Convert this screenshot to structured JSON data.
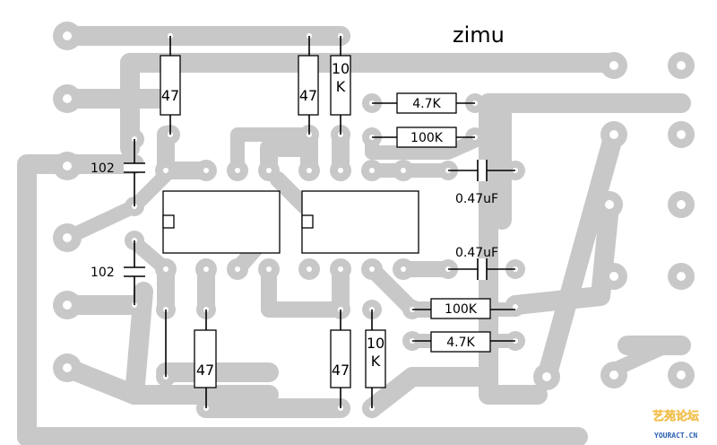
{
  "diagram": {
    "title": "zimu",
    "components": {
      "r1": {
        "value": "47"
      },
      "r2": {
        "value": "47"
      },
      "r3": {
        "value": "10K"
      },
      "r4": {
        "value": "4.7K"
      },
      "r5": {
        "value": "100K"
      },
      "c1": {
        "value": "102"
      },
      "c2": {
        "value": "102"
      },
      "c3": {
        "value": "0.47uF"
      },
      "c4": {
        "value": "0.47uF"
      },
      "r6": {
        "value": "100K"
      },
      "r7": {
        "value": "4.7K"
      },
      "r8": {
        "value": "47"
      },
      "r9": {
        "value": "47"
      },
      "r10": {
        "value": "10K"
      }
    },
    "watermark": {
      "line1": "艺苑论坛",
      "line2": "YOURACT.CN"
    }
  },
  "colors": {
    "copper": "#c8c8c8",
    "ink": "#000000",
    "background": "#ffffff"
  }
}
